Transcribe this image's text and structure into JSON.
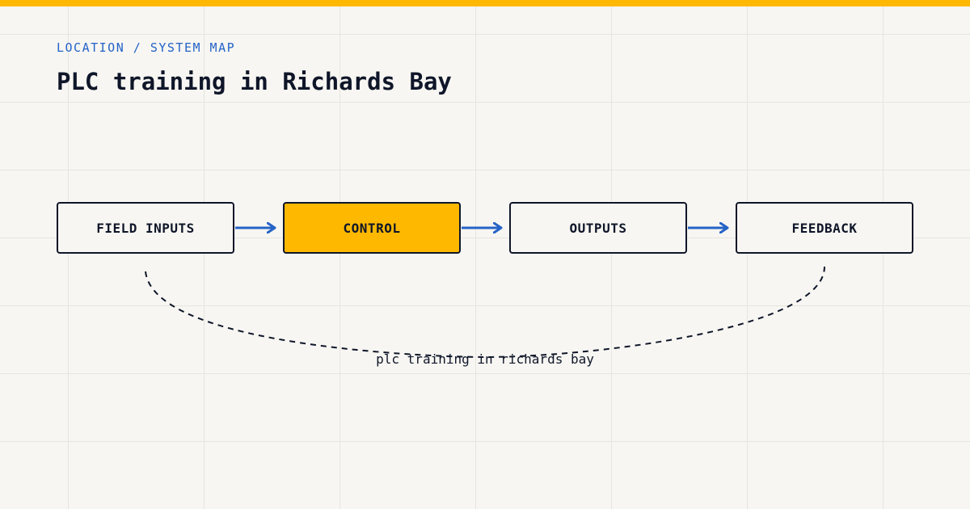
{
  "header": {
    "breadcrumb": "LOCATION / SYSTEM MAP",
    "title": "PLC training in Richards Bay"
  },
  "diagram": {
    "nodes": [
      {
        "id": "field-inputs",
        "label": "FIELD INPUTS",
        "active": false
      },
      {
        "id": "control",
        "label": "CONTROL",
        "active": true
      },
      {
        "id": "outputs",
        "label": "OUTPUTS",
        "active": false
      },
      {
        "id": "feedback",
        "label": "FEEDBACK",
        "active": false
      }
    ],
    "loop_label": "plc training in richards bay"
  },
  "colors": {
    "accent": "#ffb800",
    "arrow": "#2563c7",
    "ink": "#0f1629",
    "background": "#f7f6f2"
  }
}
